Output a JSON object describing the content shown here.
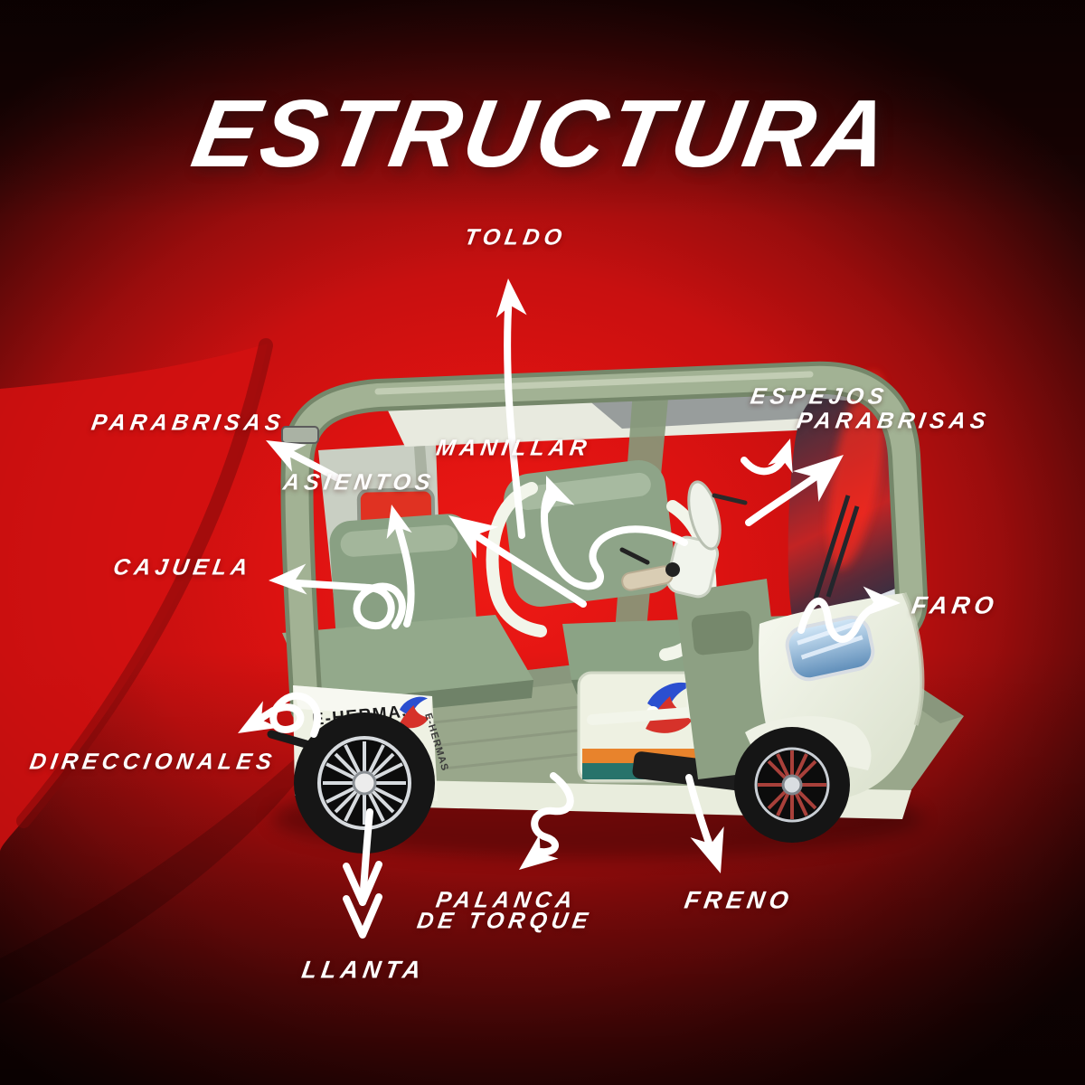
{
  "title": "ESTRUCTURA",
  "brand": {
    "name": "E-HERMAS",
    "side_label": "E-HERMAS"
  },
  "labels": {
    "toldo": "TOLDO",
    "parabrisas": "PARABRISAS",
    "manillar": "MANILLAR",
    "espejos_line1": "ESPEJOS",
    "espejos_line2": "PARABRISAS",
    "asientos": "ASIENTOS",
    "cajuela": "CAJUELA",
    "faro": "FARO",
    "direccionales": "DIRECCIONALES",
    "llanta": "LLANTA",
    "palanca_line1": "PALANCA",
    "palanca_line2": "DE TORQUE",
    "freno": "FRENO"
  },
  "colors": {
    "background_center": "#e31414",
    "background_edge": "#1a0303",
    "swoosh_dark": "#7d0a0a",
    "label_text": "#ffffff",
    "canopy_green": "#9fb091",
    "body_cream": "#eff2e4",
    "seat_green": "#8da387",
    "floor_green": "#99a78b",
    "accent_orange": "#e8832c",
    "accent_teal": "#27736b",
    "logo_blue": "#2b4fd0",
    "logo_red": "#d6322a"
  }
}
